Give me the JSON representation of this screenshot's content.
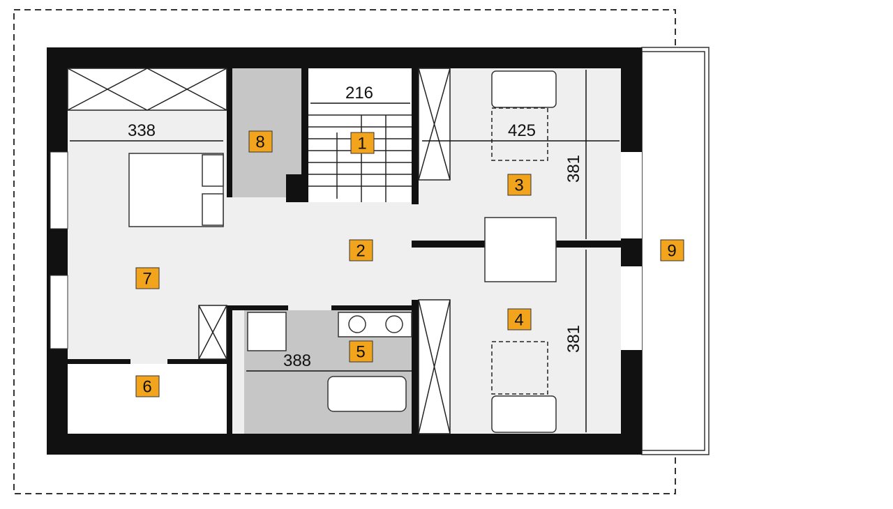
{
  "plan": {
    "rooms": [
      {
        "number": "1"
      },
      {
        "number": "2"
      },
      {
        "number": "3"
      },
      {
        "number": "4"
      },
      {
        "number": "5"
      },
      {
        "number": "6"
      },
      {
        "number": "7"
      },
      {
        "number": "8"
      },
      {
        "number": "9"
      }
    ],
    "dimensions": {
      "stairs_width": "216",
      "bedroom_width": "338",
      "living_width": "425",
      "room3_depth": "381",
      "room4_depth": "381",
      "bathroom_width": "388"
    },
    "colors": {
      "label_bg": "#f2a41c",
      "wall": "#111111",
      "floor": "#efefef",
      "wet_room": "#c6c6c6"
    }
  }
}
